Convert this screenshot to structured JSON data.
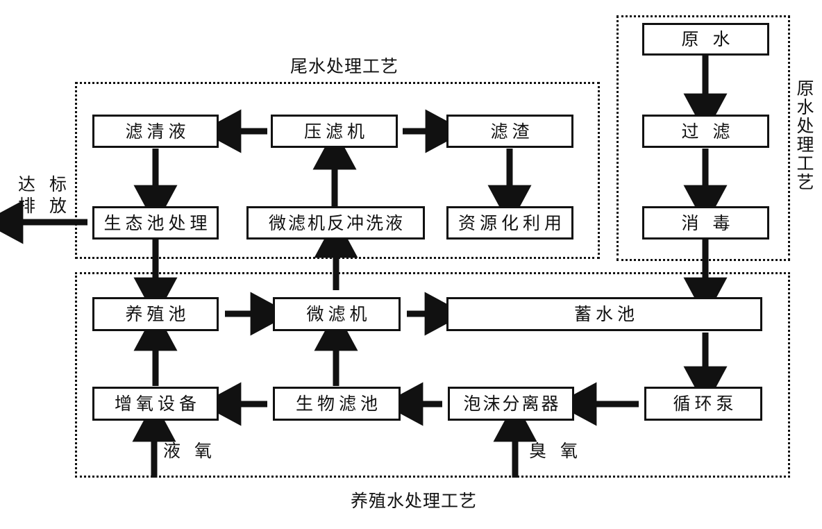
{
  "diagram": {
    "title_tail_water": "尾水处理工艺",
    "title_raw_water": "原水处理工艺",
    "title_culture_water": "养殖水处理工艺",
    "discharge_label_line1": "达 标",
    "discharge_label_line2": "排 放",
    "liquid_oxygen_label": "液 氧",
    "ozone_label": "臭 氧"
  },
  "nodes": {
    "filtrate": "滤清液",
    "filter_press": "压滤机",
    "filter_residue": "滤渣",
    "eco_pond": "生态池处理",
    "microfilter_backwash": "微滤机反冲洗液",
    "resource_utilization": "资源化利用",
    "raw_water": "原 水",
    "filtration": "过 滤",
    "disinfection": "消 毒",
    "culture_pond": "养殖池",
    "microfilter": "微滤机",
    "reservoir": "蓄水池",
    "aeration_equipment": "增氧设备",
    "biofilter": "生物滤池",
    "foam_separator": "泡沫分离器",
    "circulation_pump": "循环泵"
  },
  "colors": {
    "stroke": "#111111",
    "background": "#ffffff"
  }
}
